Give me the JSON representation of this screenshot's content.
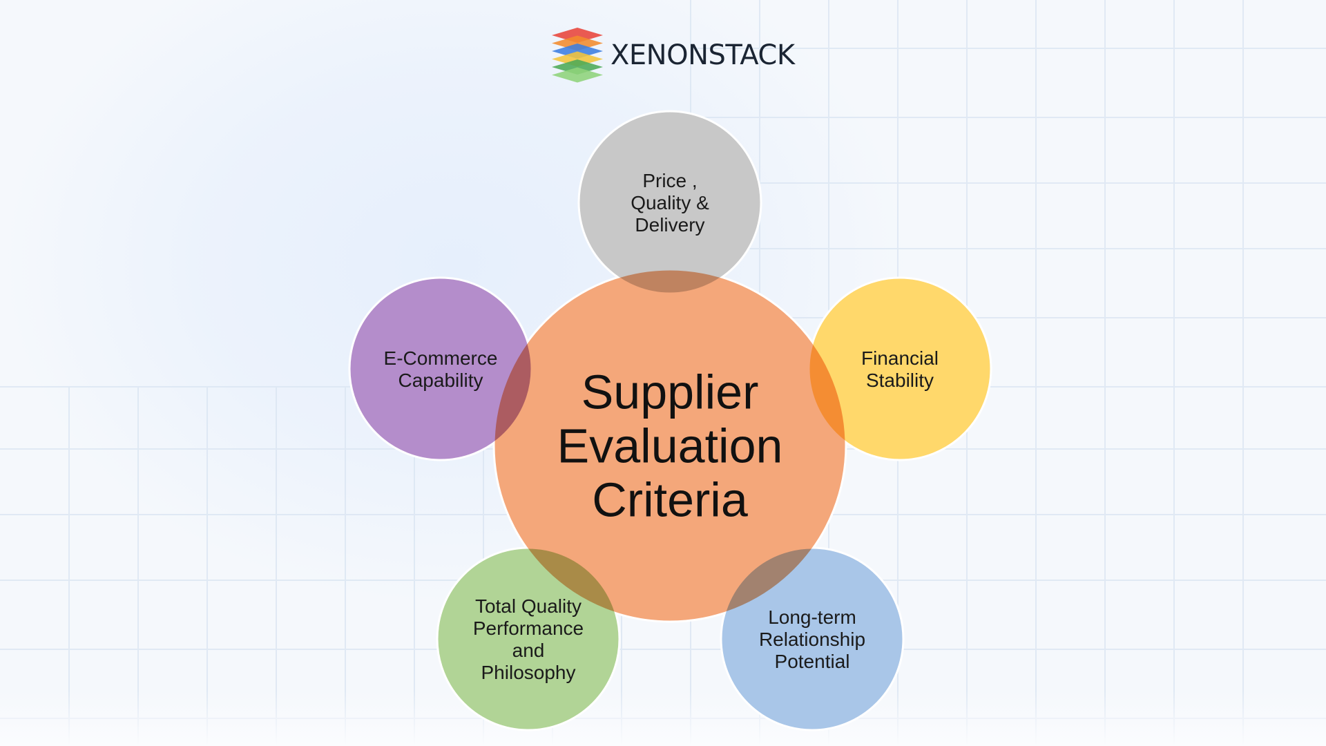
{
  "brand": {
    "name": "XENONSTACK",
    "logo_icon": "stacked-layers-icon",
    "layer_colors": [
      "#e8443a",
      "#f28b2c",
      "#3b7de0",
      "#f4c43a",
      "#4caa57",
      "#8ed37a"
    ]
  },
  "diagram": {
    "center": {
      "lines": [
        "Supplier",
        "Evaluation",
        "Criteria"
      ],
      "color": "#f4a77a"
    },
    "nodes": [
      {
        "id": "price-quality-delivery",
        "lines": [
          "Price ,",
          "Quality &",
          "Delivery"
        ],
        "color": "#c8c8c8"
      },
      {
        "id": "financial-stability",
        "lines": [
          "Financial",
          "Stability"
        ],
        "color": "#ffd86b"
      },
      {
        "id": "long-term-relationship-potential",
        "lines": [
          "Long-term",
          "Relationship",
          "Potential"
        ],
        "color": "#a9c6e8"
      },
      {
        "id": "total-quality-performance",
        "lines": [
          "Total Quality",
          "Performance",
          "and",
          "Philosophy"
        ],
        "color": "#b1d496"
      },
      {
        "id": "e-commerce-capability",
        "lines": [
          "E-Commerce",
          "Capability"
        ],
        "color": "#b48dcb"
      }
    ]
  }
}
